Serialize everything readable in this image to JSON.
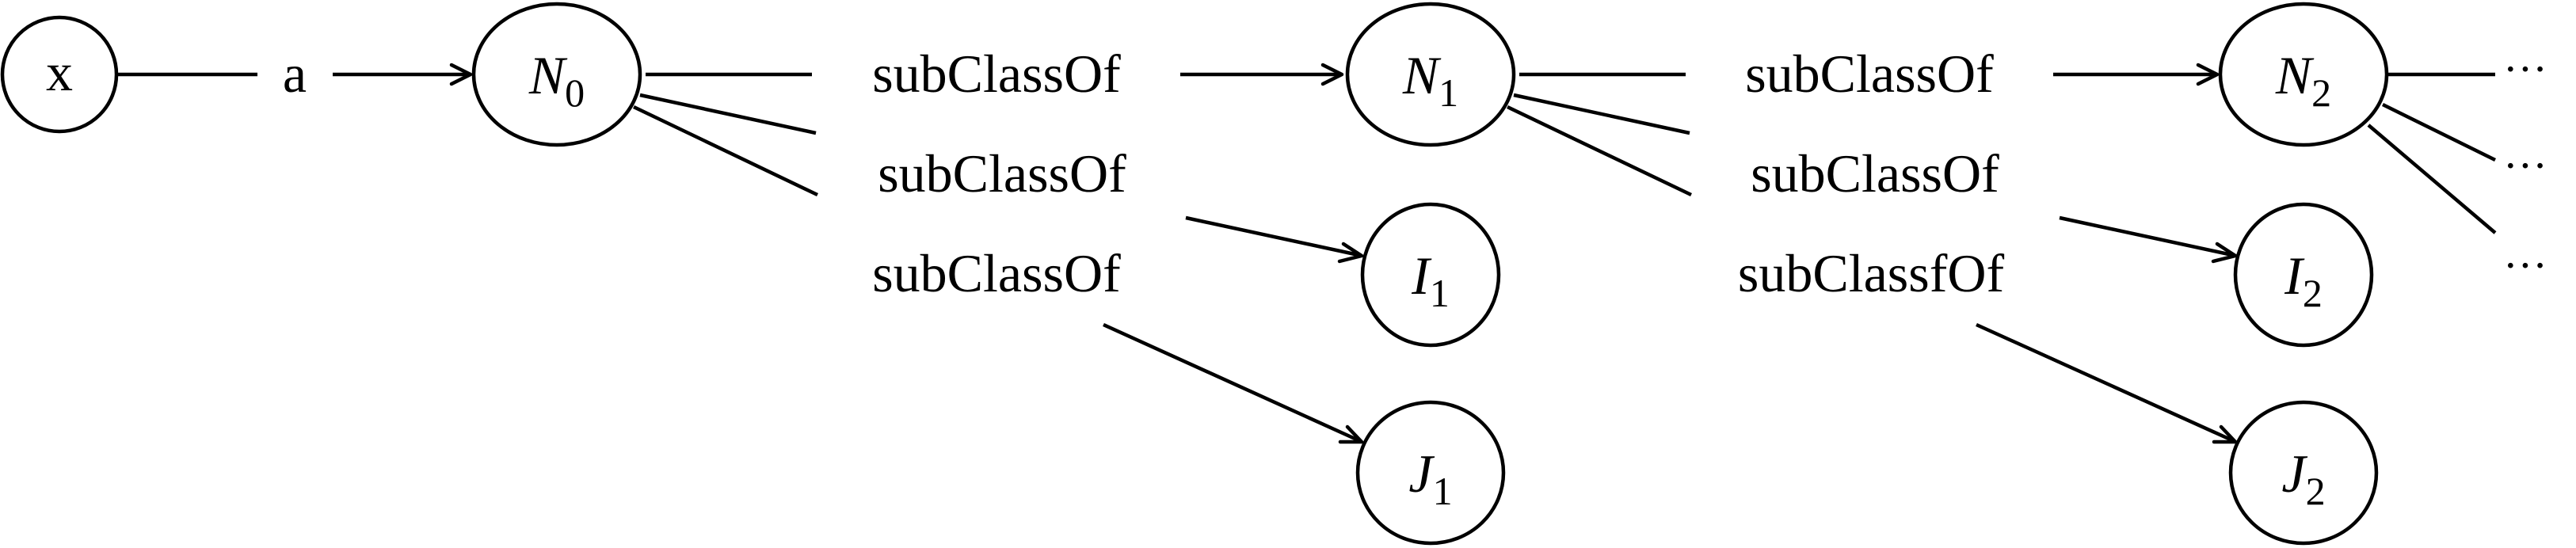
{
  "nodes": {
    "x": {
      "text": "x"
    },
    "N0": {
      "base": "N",
      "sub": "0"
    },
    "N1": {
      "base": "N",
      "sub": "1"
    },
    "N2": {
      "base": "N",
      "sub": "2"
    },
    "I1": {
      "base": "I",
      "sub": "1"
    },
    "I2": {
      "base": "I",
      "sub": "2"
    },
    "J1": {
      "base": "J",
      "sub": "1"
    },
    "J2": {
      "base": "J",
      "sub": "2"
    }
  },
  "edges": {
    "x_N0": "a",
    "N0_N1": "subClassOf",
    "N0_I1": "subClassOf",
    "N0_J1": "subClassOf",
    "N1_N2": "subClassOf",
    "N1_I2": "subClassOf",
    "N1_J2": "subClassfOf"
  },
  "continuation": {
    "top": "···",
    "middle": "···",
    "bottom": "···"
  },
  "colors": {
    "stroke": "#000000",
    "background": "#ffffff"
  }
}
